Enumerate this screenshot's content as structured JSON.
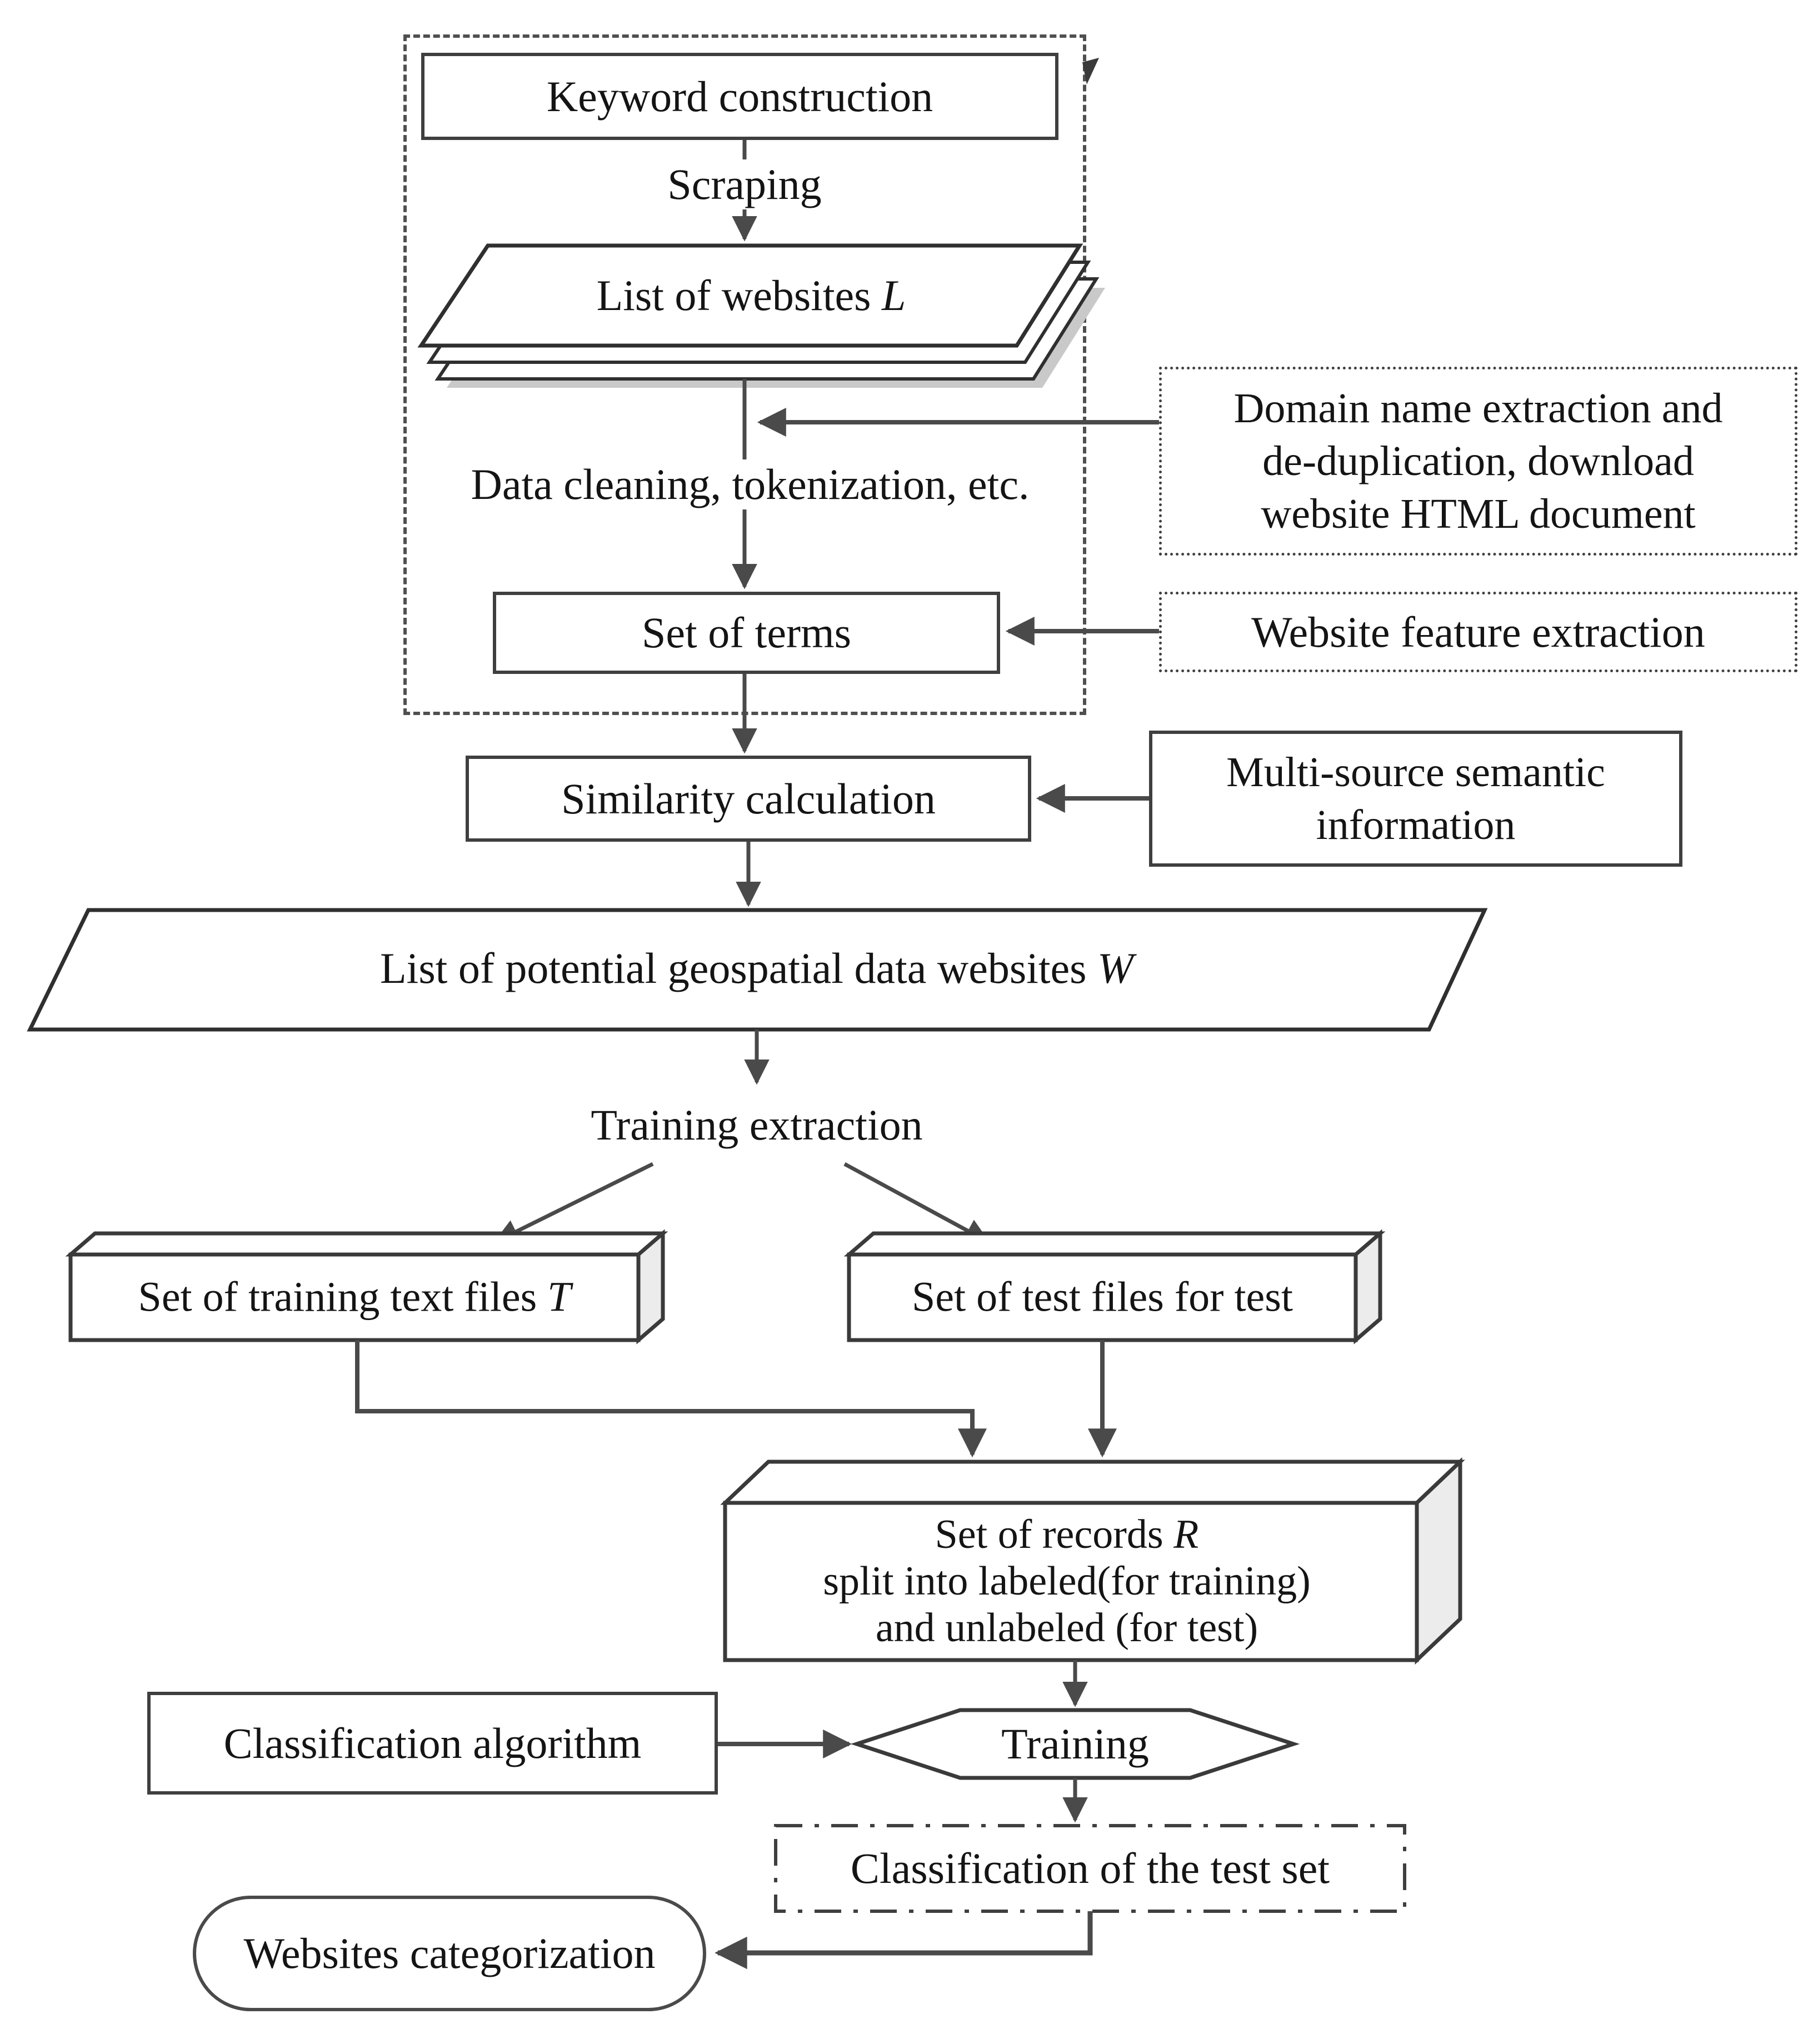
{
  "page": {
    "background": "#ffffff"
  },
  "colors": {
    "line": "#4a4a4a",
    "border": "#3f3f3f",
    "text": "#141414",
    "side_fill": "#ececec",
    "shadow": "#c9c9c9"
  },
  "nodes": {
    "keyword_construction": {
      "label": "Keyword construction"
    },
    "scraping_label": "Scraping",
    "list_of_websites": {
      "text": "List of websites ",
      "variable": "L"
    },
    "domain_extraction": {
      "line1": "Domain name extraction and",
      "line2": "de-duplication, download",
      "line3": "website HTML document"
    },
    "data_cleaning_label": "Data cleaning, tokenization, etc.",
    "set_of_terms": {
      "label": "Set of terms"
    },
    "website_feature_extraction": {
      "label": "Website feature extraction"
    },
    "similarity_calculation": {
      "label": "Similarity calculation"
    },
    "multi_source": {
      "line1": "Multi-source semantic",
      "line2": "information"
    },
    "potential_websites": {
      "text": "List of potential geospatial data websites ",
      "variable": "W"
    },
    "training_extraction_label": "Training extraction",
    "training_files": {
      "text": "Set of training text files ",
      "variable": "T"
    },
    "test_files": {
      "label": "Set of test files for test"
    },
    "records": {
      "line1_text": "Set of records ",
      "line1_variable": "R",
      "line2": "split into labeled(for training)",
      "line3": "and unlabeled (for test)"
    },
    "classification_algorithm": {
      "label": "Classification algorithm"
    },
    "training_step": {
      "label": "Training"
    },
    "classification_test_set": {
      "label": "Classification of the test set"
    },
    "websites_categorization": {
      "label": "Websites categorization"
    }
  }
}
